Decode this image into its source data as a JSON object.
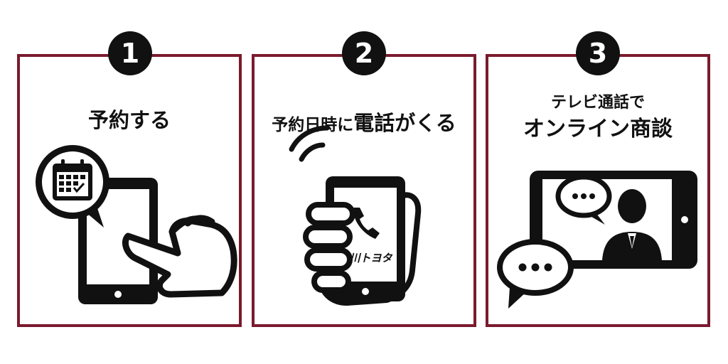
{
  "accent_color": "#7a1a2e",
  "steps": [
    {
      "number": "1",
      "title": "予約する",
      "icons": [
        "calendar-icon",
        "smartphone-icon",
        "pointing-hand-icon"
      ]
    },
    {
      "number": "2",
      "title_small": "予約日時に",
      "title_big": "電話がくる",
      "brand_label": "石川トヨタ",
      "icons": [
        "ringing-waves-icon",
        "phone-receiver-icon",
        "hand-holding-phone-icon"
      ]
    },
    {
      "number": "3",
      "title_line1": "テレビ通話で",
      "title_line2": "オンライン商談",
      "icons": [
        "tablet-icon",
        "chat-bubble-icon",
        "person-icon"
      ]
    }
  ]
}
